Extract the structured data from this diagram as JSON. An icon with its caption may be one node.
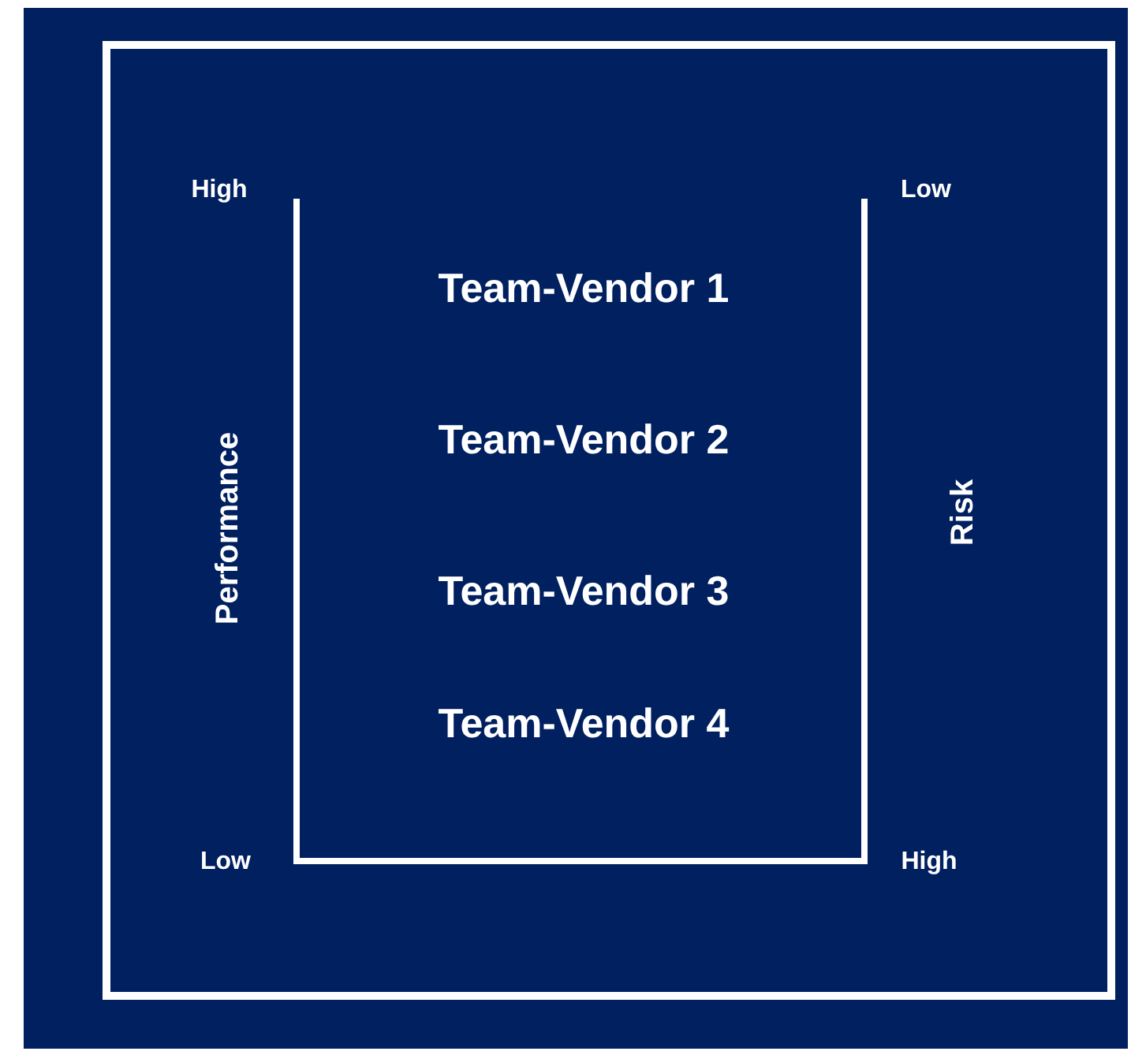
{
  "diagram": {
    "labels": [
      "High",
      "Low",
      "Team-Vendor 1",
      "Team-Vendor 2",
      "Performance",
      "Risk",
      "Team-Vendor 3",
      "Team-Vendor 4",
      "Low",
      "High"
    ]
  }
}
